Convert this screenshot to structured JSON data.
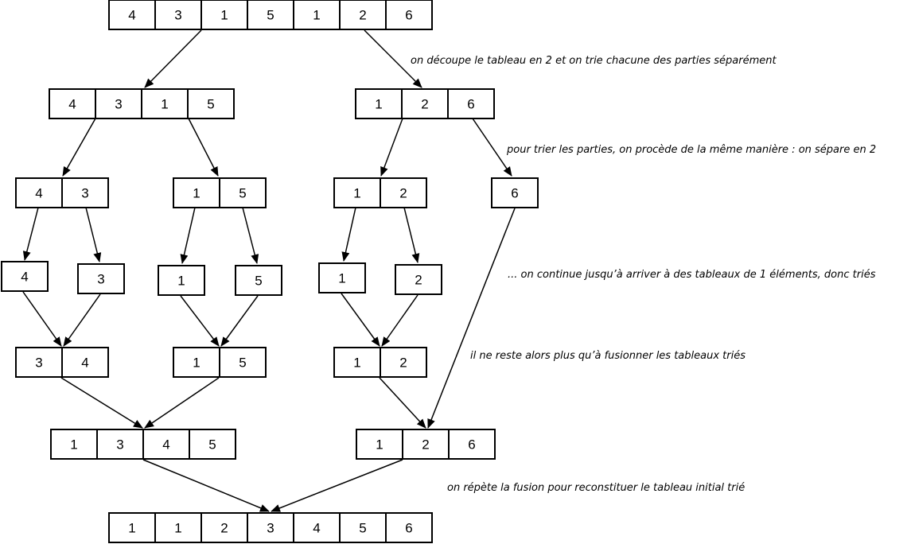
{
  "arrays": [
    {
      "id": "a0",
      "values": [
        "4",
        "3",
        "1",
        "5",
        "1",
        "2",
        "6"
      ]
    },
    {
      "id": "b0",
      "values": [
        "4",
        "3",
        "1",
        "5"
      ]
    },
    {
      "id": "b1",
      "values": [
        "1",
        "2",
        "6"
      ]
    },
    {
      "id": "c0",
      "values": [
        "4",
        "3"
      ]
    },
    {
      "id": "c1",
      "values": [
        "1",
        "5"
      ]
    },
    {
      "id": "c2",
      "values": [
        "1",
        "2"
      ]
    },
    {
      "id": "c3",
      "values": [
        "6"
      ]
    },
    {
      "id": "d0",
      "values": [
        "4"
      ]
    },
    {
      "id": "d1",
      "values": [
        "3"
      ]
    },
    {
      "id": "d2",
      "values": [
        "1"
      ]
    },
    {
      "id": "d3",
      "values": [
        "5"
      ]
    },
    {
      "id": "d4",
      "values": [
        "1"
      ]
    },
    {
      "id": "d5",
      "values": [
        "2"
      ]
    },
    {
      "id": "e0",
      "values": [
        "3",
        "4"
      ]
    },
    {
      "id": "e1",
      "values": [
        "1",
        "5"
      ]
    },
    {
      "id": "e2",
      "values": [
        "1",
        "2"
      ]
    },
    {
      "id": "f0",
      "values": [
        "1",
        "3",
        "4",
        "5"
      ]
    },
    {
      "id": "f1",
      "values": [
        "1",
        "2",
        "6"
      ]
    },
    {
      "id": "g0",
      "values": [
        "1",
        "1",
        "2",
        "3",
        "4",
        "5",
        "6"
      ]
    }
  ],
  "notes": [
    "on découpe le tableau en 2 et on trie chacune des parties séparément",
    "pour trier les parties, on procède de la même manière : on sépare en 2",
    "... on continue jusqu’à arriver à des tableaux de 1 éléments, donc triés",
    "il ne reste alors plus qu’à fusionner les tableaux triés",
    "on répète la fusion pour reconstituer le tableau initial trié"
  ]
}
